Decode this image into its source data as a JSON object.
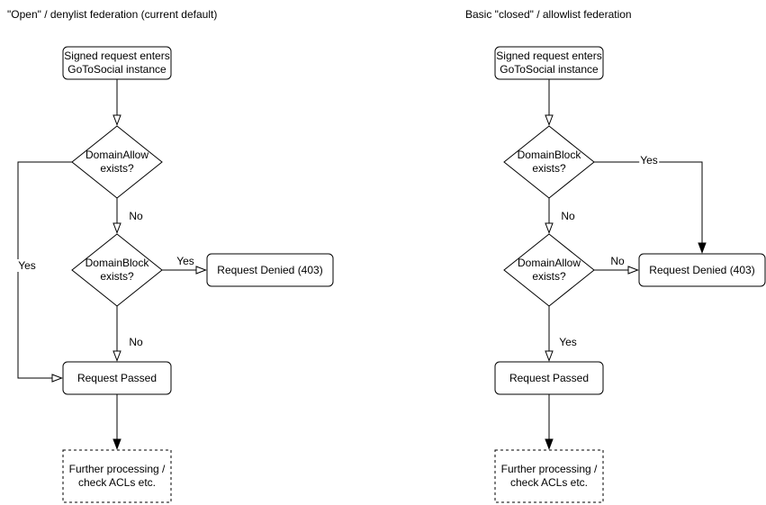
{
  "page": {
    "background": "#ffffff",
    "stroke_color": "#000000",
    "text_color": "#000000"
  },
  "left": {
    "title": "\"Open\" / denylist federation (current default)",
    "nodes": {
      "start": "Signed request enters\nGoToSocial instance",
      "decision_allow": "DomainAllow\nexists?",
      "decision_block": "DomainBlock\nexists?",
      "denied": "Request Denied (403)",
      "passed": "Request Passed",
      "further": "Further processing /\ncheck ACLs etc."
    },
    "edge_labels": {
      "allow_no": "No",
      "allow_yes": "Yes",
      "block_yes": "Yes",
      "block_no": "No"
    }
  },
  "right": {
    "title": "Basic \"closed\" / allowlist federation",
    "nodes": {
      "start": "Signed request enters\nGoToSocial instance",
      "decision_block": "DomainBlock\nexists?",
      "decision_allow": "DomainAllow\nexists?",
      "denied": "Request Denied (403)",
      "passed": "Request Passed",
      "further": "Further processing /\ncheck ACLs etc."
    },
    "edge_labels": {
      "block_yes": "Yes",
      "block_no": "No",
      "allow_no": "No",
      "allow_yes": "Yes"
    }
  }
}
